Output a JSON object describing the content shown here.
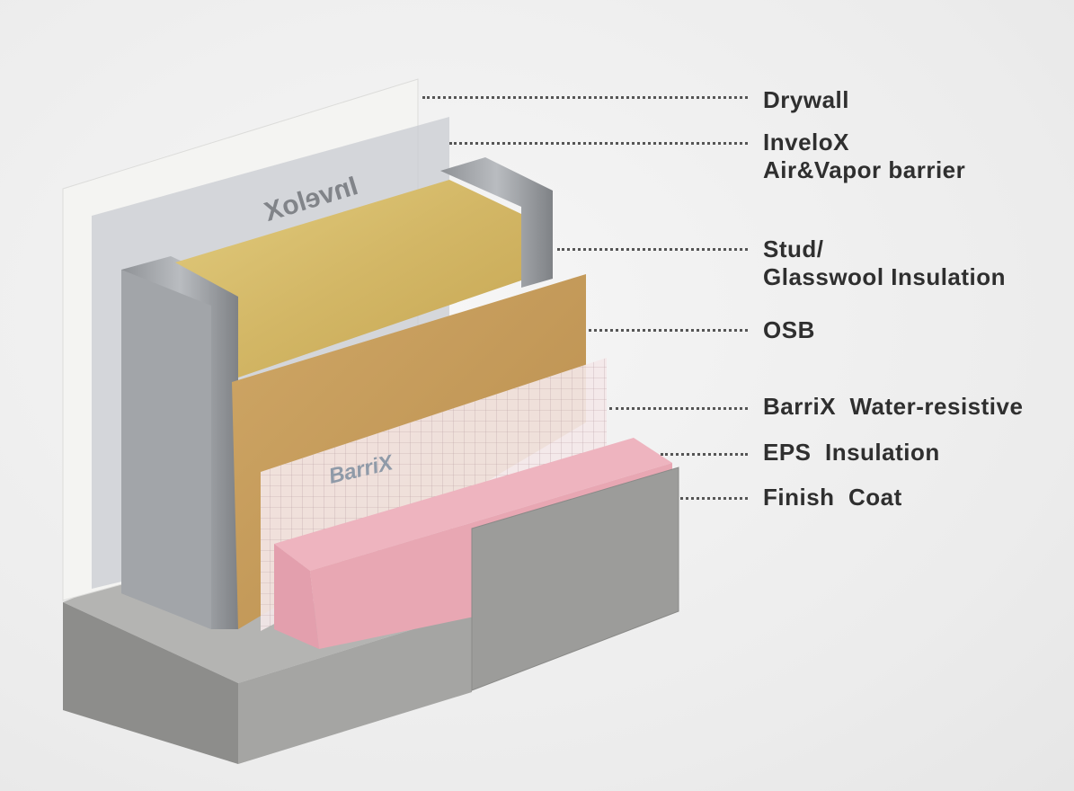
{
  "layers": [
    {
      "id": "drywall",
      "label": "Drywall",
      "color": "#f2f2f0"
    },
    {
      "id": "air-vapor-barrier",
      "label": "InveloX\nAir&Vapor barrier",
      "color": "#c9ccd0"
    },
    {
      "id": "stud-glasswool",
      "label": "Stud/\nGlasswool Insulation",
      "color": "#d9bf6a"
    },
    {
      "id": "osb",
      "label": "OSB",
      "color": "#c9a062"
    },
    {
      "id": "water-resistive-barrier",
      "label": "BarriX  Water-resistive",
      "color": "#f3e6e6"
    },
    {
      "id": "eps-insulation",
      "label": "EPS  Insulation",
      "color": "#e9a9b4"
    },
    {
      "id": "finish-coat",
      "label": "Finish  Coat",
      "color": "#9a9a9a"
    }
  ],
  "logos": {
    "barrier_print": "InveloX",
    "wrb_print": "BarriX"
  }
}
